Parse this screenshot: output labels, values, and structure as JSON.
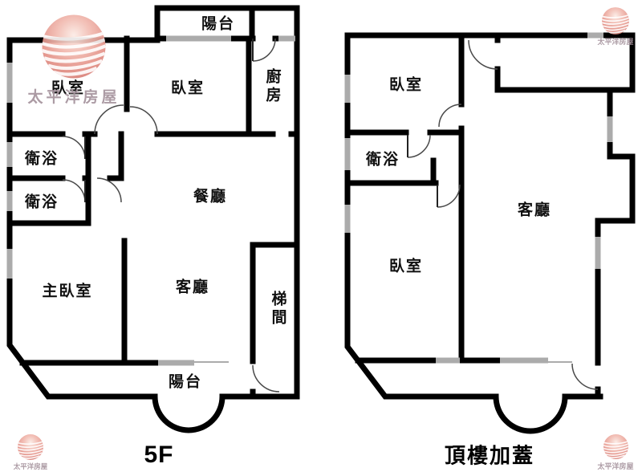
{
  "brand": {
    "name": "太平洋房屋"
  },
  "left_plan": {
    "floor_label": "5F",
    "rooms": {
      "balcony_top": "陽台",
      "bedroom1": "臥室",
      "bedroom2": "臥室",
      "kitchen": "廚房",
      "bath1": "衛浴",
      "bath2": "衛浴",
      "dining": "餐廳",
      "master_bedroom": "主臥室",
      "living": "客廳",
      "stairwell": "梯間",
      "balcony_bottom": "陽台"
    }
  },
  "right_plan": {
    "floor_label": "頂樓加蓋",
    "rooms": {
      "bedroom_top": "臥室",
      "bath": "衛浴",
      "living": "客廳",
      "bedroom": "臥室"
    }
  },
  "colors": {
    "wall": "#000000",
    "window": "#ababab",
    "door_arc": "#4a4a4a",
    "logo_sphere": "#dd8a80"
  }
}
